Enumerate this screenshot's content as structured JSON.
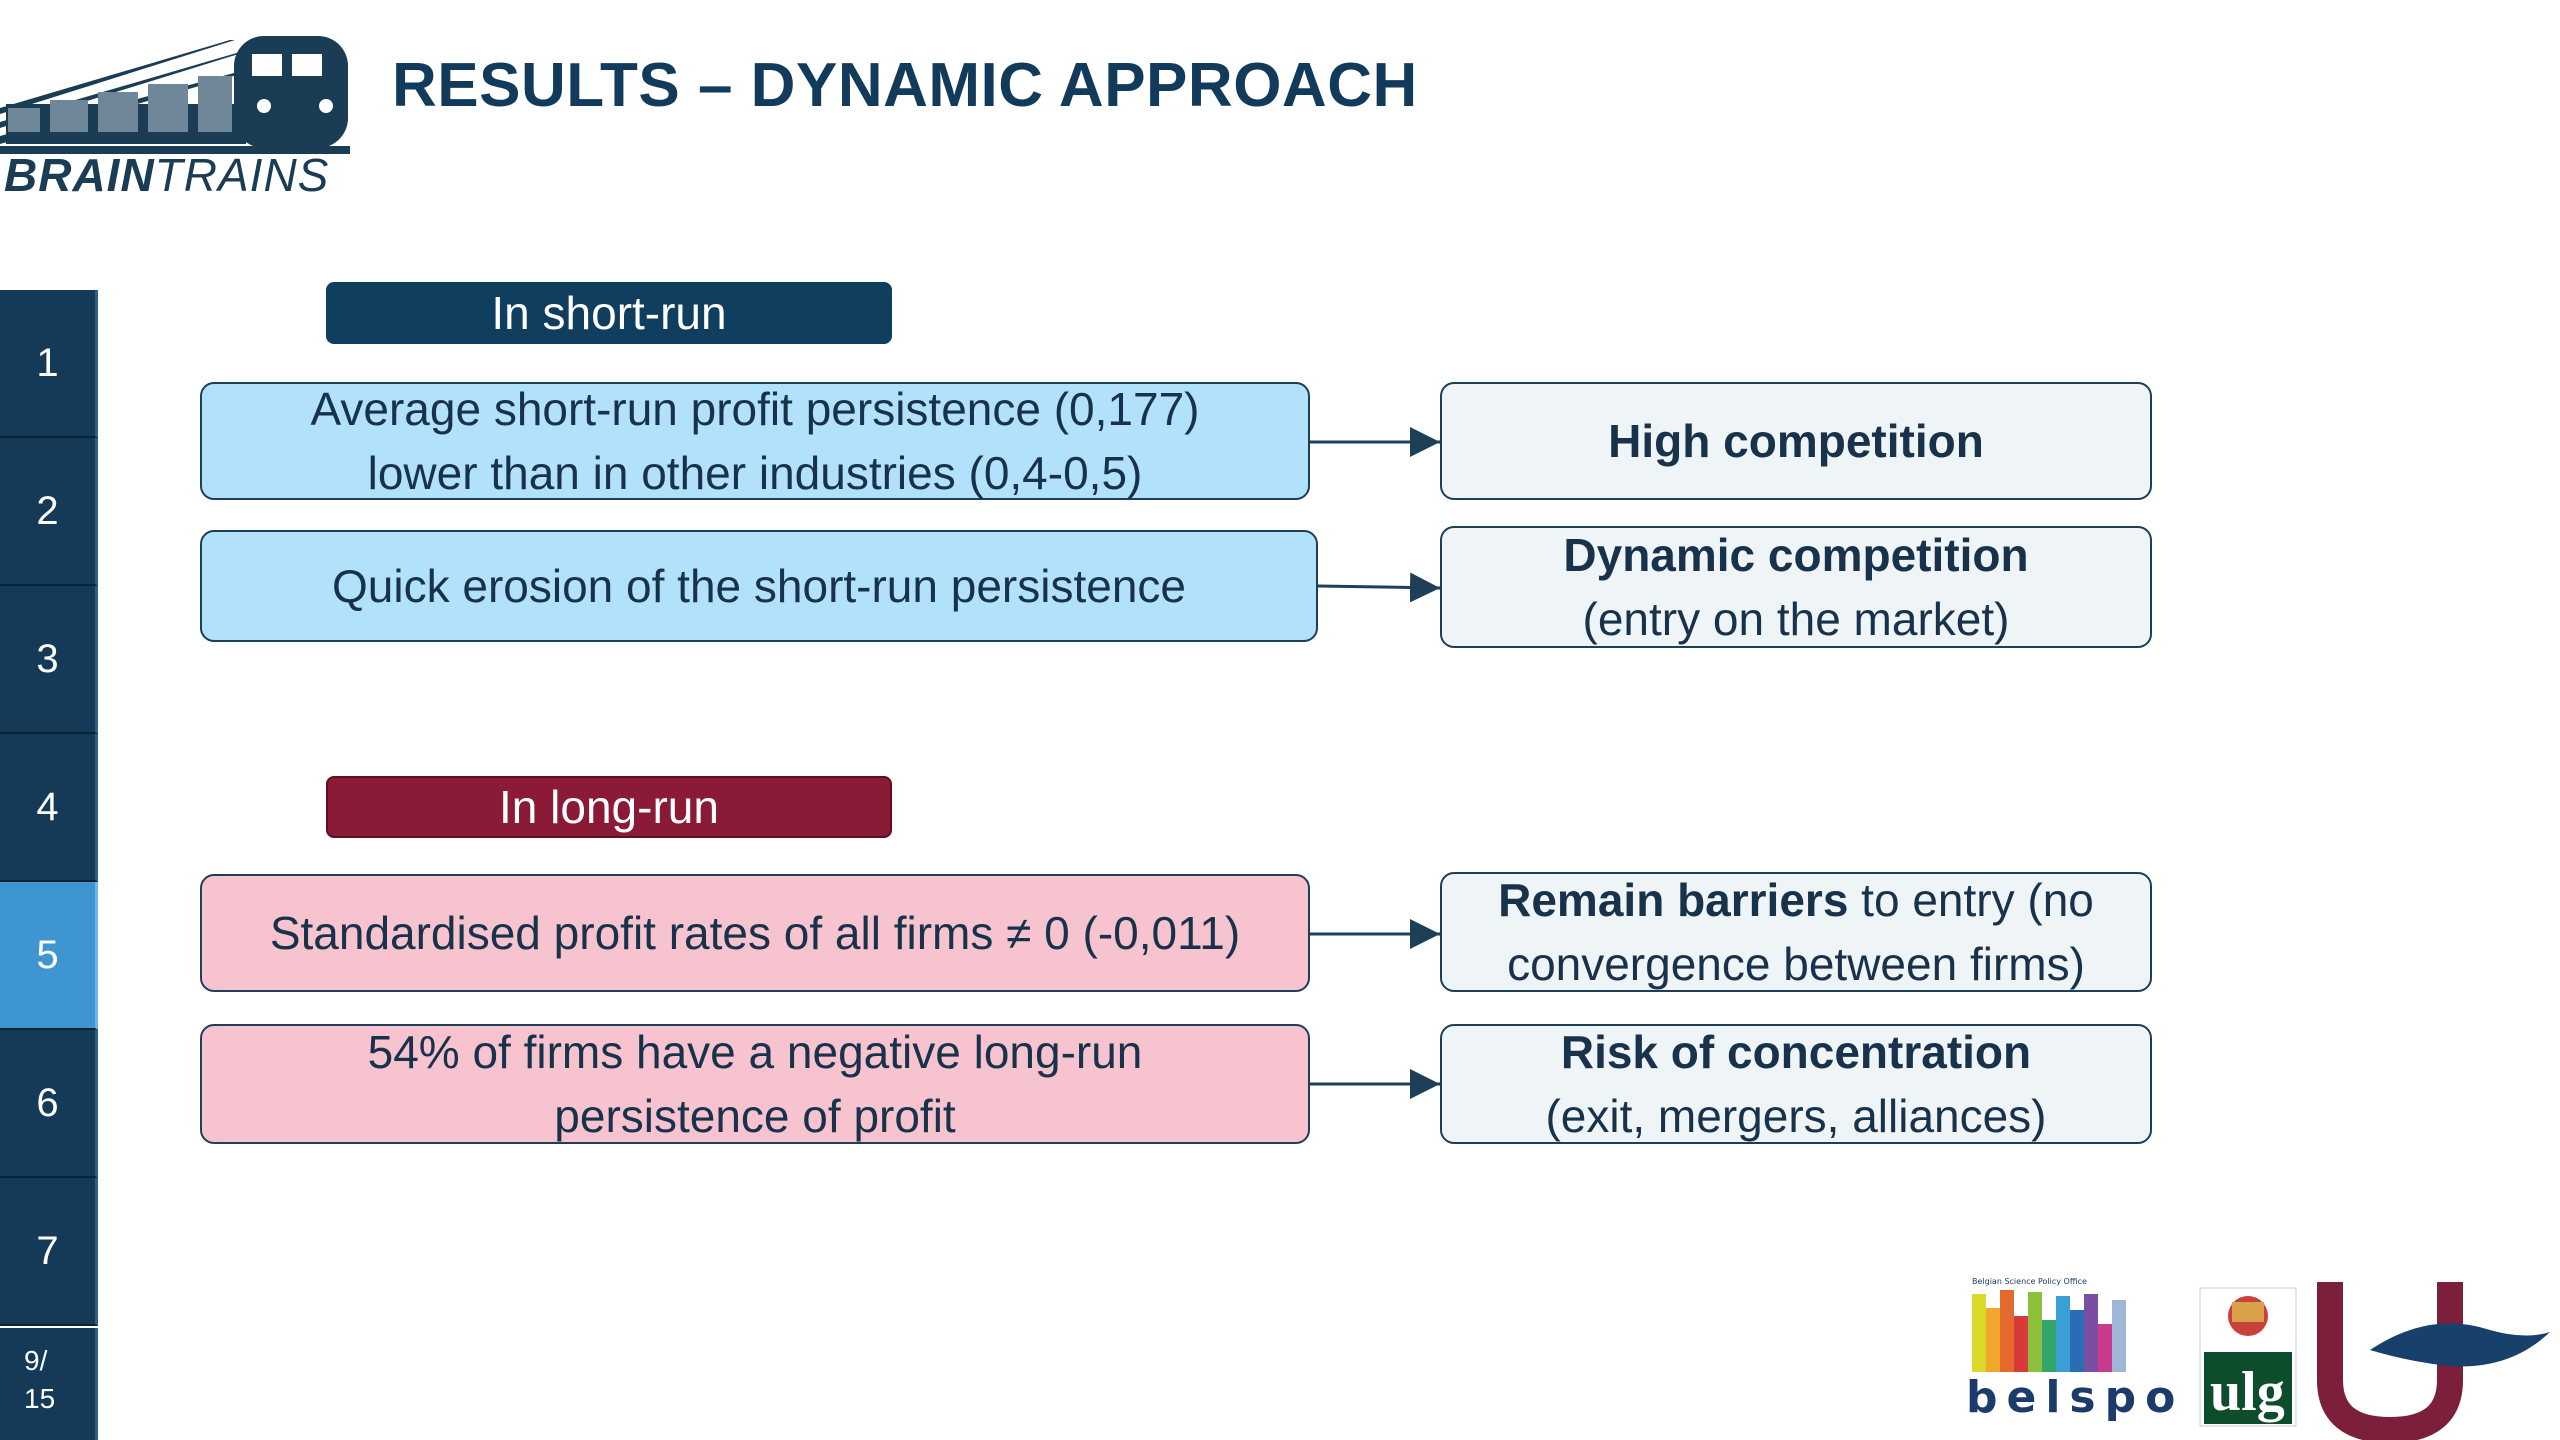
{
  "header": {
    "logo_text_bold": "BRAIN",
    "logo_text_light": "TRAINS",
    "title": "RESULTS – DYNAMIC APPROACH"
  },
  "nav": {
    "items": [
      "1",
      "2",
      "3",
      "4",
      "5",
      "6",
      "7"
    ],
    "active": "5",
    "page_current": "9/",
    "page_total": "15"
  },
  "short_run": {
    "heading": "In short-run",
    "rows": [
      {
        "cause": [
          "Average short-run profit persistence (0,177)",
          "lower than in other industries (0,4-0,5)"
        ],
        "effect_bold": "High competition",
        "effect_rest": ""
      },
      {
        "cause": [
          "Quick erosion of the short-run persistence"
        ],
        "effect_bold": "Dynamic competition",
        "effect_rest": "(entry on the market)"
      }
    ]
  },
  "long_run": {
    "heading": "In long-run",
    "rows": [
      {
        "cause": [
          "Standardised profit rates of all firms ≠ 0 (-0,011)"
        ],
        "effect_bold": "Remain barriers",
        "effect_inline": " to entry (no",
        "effect_rest": "convergence between firms)"
      },
      {
        "cause": [
          "54% of firms have a negative long-run",
          "persistence of profit"
        ],
        "effect_bold": "Risk of concentration",
        "effect_rest": "(exit, mergers, alliances)"
      }
    ]
  },
  "partner_logos": {
    "belspo_text": "belspo",
    "belspo_caption": "Belgian Science Policy Office",
    "ulg_text": "ulg"
  },
  "colors": {
    "navy": "#143a57",
    "active_nav": "#3f95cf",
    "short_run_box": "#b2e2fb",
    "long_run_box": "#f7c3ce",
    "long_run_head": "#8a1a35"
  }
}
